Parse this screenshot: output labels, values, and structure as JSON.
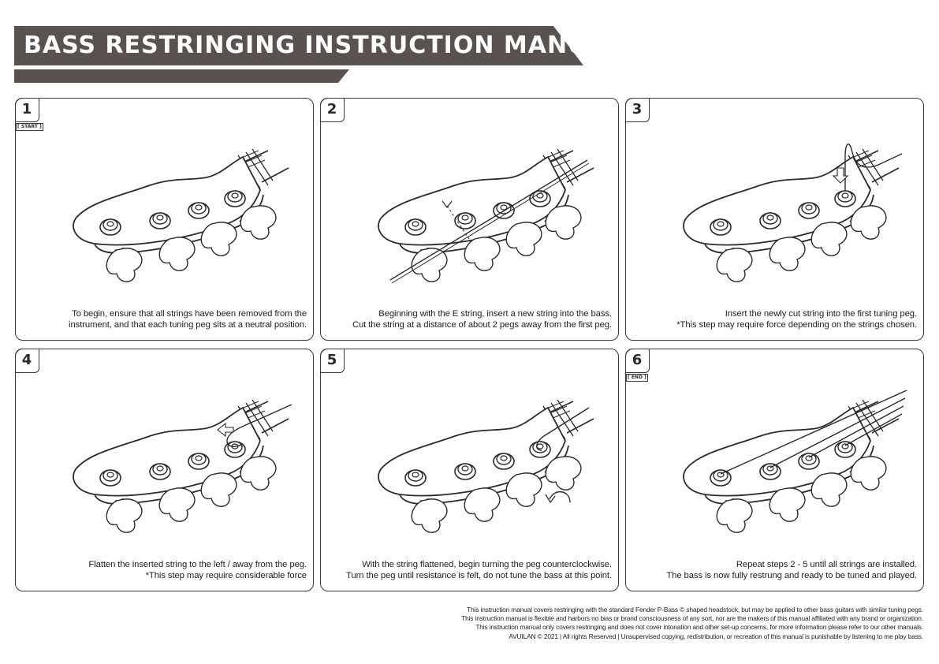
{
  "header": {
    "title": "BASS RESTRINGING INSTRUCTION MANUAL"
  },
  "colors": {
    "banner": "#59524e",
    "ink": "#1e1e1e",
    "line": "#3a3a3a"
  },
  "steps": [
    {
      "number": "1",
      "tag": "[ START ]",
      "lines": [
        "To begin, ensure that all strings have been removed from the",
        "instrument, and that each tuning peg sits at a neutral position."
      ]
    },
    {
      "number": "2",
      "tag": "",
      "lines": [
        "Beginning with the E string, insert a new string into the bass.",
        "Cut the string at a distance of about 2 pegs away from the first peg."
      ]
    },
    {
      "number": "3",
      "tag": "",
      "lines": [
        "Insert the newly cut string into the first tuning peg.",
        "*This step may require force depending on the strings chosen."
      ]
    },
    {
      "number": "4",
      "tag": "",
      "lines": [
        "Flatten the inserted string to the left / away from the peg.",
        "*This step may require considerable force"
      ]
    },
    {
      "number": "5",
      "tag": "",
      "lines": [
        "With the string flattened, begin turning the peg counterclockwise.",
        "Turn the peg until resistance is felt, do not tune the bass at this point."
      ]
    },
    {
      "number": "6",
      "tag": "[ END ]",
      "lines": [
        "Repeat steps 2 - 5 until all strings are installed.",
        "The bass is now fully restrung and ready to be tuned and played."
      ]
    }
  ],
  "footer": {
    "lines": [
      "This instruction manual covers restringing with the standard Fender P-Bass © shaped headstock, but may be applied to other bass guitars with similar tuning pegs.",
      "This instruction manual is flexible and harbors no bias or brand consciousness of any sort, nor are the makers of this manual affiliated with any brand or organization.",
      "This instruction manual only covers restringing and does not cover intonation and other set-up concerns, for more information please refer to our other manuals.",
      "AVUILAN © 2021 | All rights Reserved | Unsupervised copying, redistribution, or recreation of this manual is punishable by listening to me play bass."
    ]
  }
}
